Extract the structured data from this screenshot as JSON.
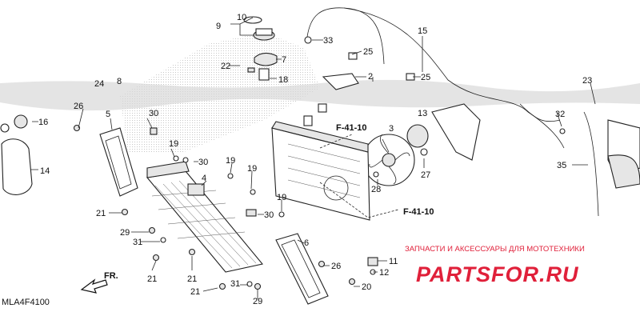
{
  "diagram_code": "MLA4F4100",
  "front_marker": "FR.",
  "references": [
    "F-41-10",
    "F-41-10"
  ],
  "callouts": [
    "10",
    "9",
    "33",
    "15",
    "7",
    "25",
    "22",
    "2",
    "18",
    "25",
    "24",
    "8",
    "26",
    "30",
    "16",
    "5",
    "3",
    "13",
    "14",
    "19",
    "30",
    "4",
    "19",
    "19",
    "28",
    "27",
    "23",
    "32",
    "35",
    "21",
    "19",
    "30",
    "29",
    "31",
    "6",
    "26",
    "11",
    "12",
    "21",
    "21",
    "20",
    "31",
    "21",
    "29"
  ],
  "watermark": {
    "subtitle": "ЗАПЧАСТИ И АКСЕССУАРЫ ДЛЯ МОТОТЕХНИКИ",
    "brand": "PARTSFOR.RU",
    "color": "#e0203a"
  }
}
